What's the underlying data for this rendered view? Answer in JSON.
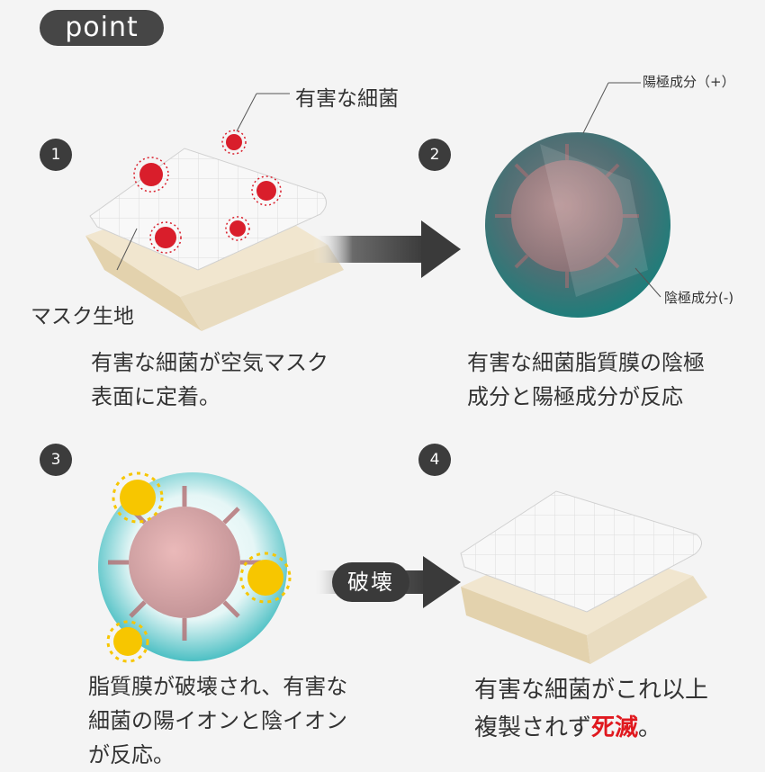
{
  "badge": {
    "label": "point"
  },
  "steps": [
    {
      "number": "1",
      "label_bacteria": "有害な細菌",
      "label_fabric": "マスク生地",
      "caption_lines": [
        "有害な細菌が空気マスク",
        "表面に定着。"
      ]
    },
    {
      "number": "2",
      "label_positive": "陽極成分（+）",
      "label_negative": "陰極成分(-)",
      "caption_lines": [
        "有害な細菌脂質膜の陰極",
        "成分と陽極成分が反応"
      ]
    },
    {
      "number": "3",
      "caption_lines": [
        "脂質膜が破壊され、有害な",
        "細菌の陽イオンと陰イオン",
        "が反応。"
      ]
    },
    {
      "number": "4",
      "caption_lines": [
        "有害な細菌がこれ以上",
        "複製されず"
      ],
      "caption_highlight": "死滅",
      "caption_end": "。"
    }
  ],
  "destroy_label": "破壊",
  "colors": {
    "highlight": "#e0191f",
    "badge": "#464646",
    "pad": "#f1e6cf"
  }
}
